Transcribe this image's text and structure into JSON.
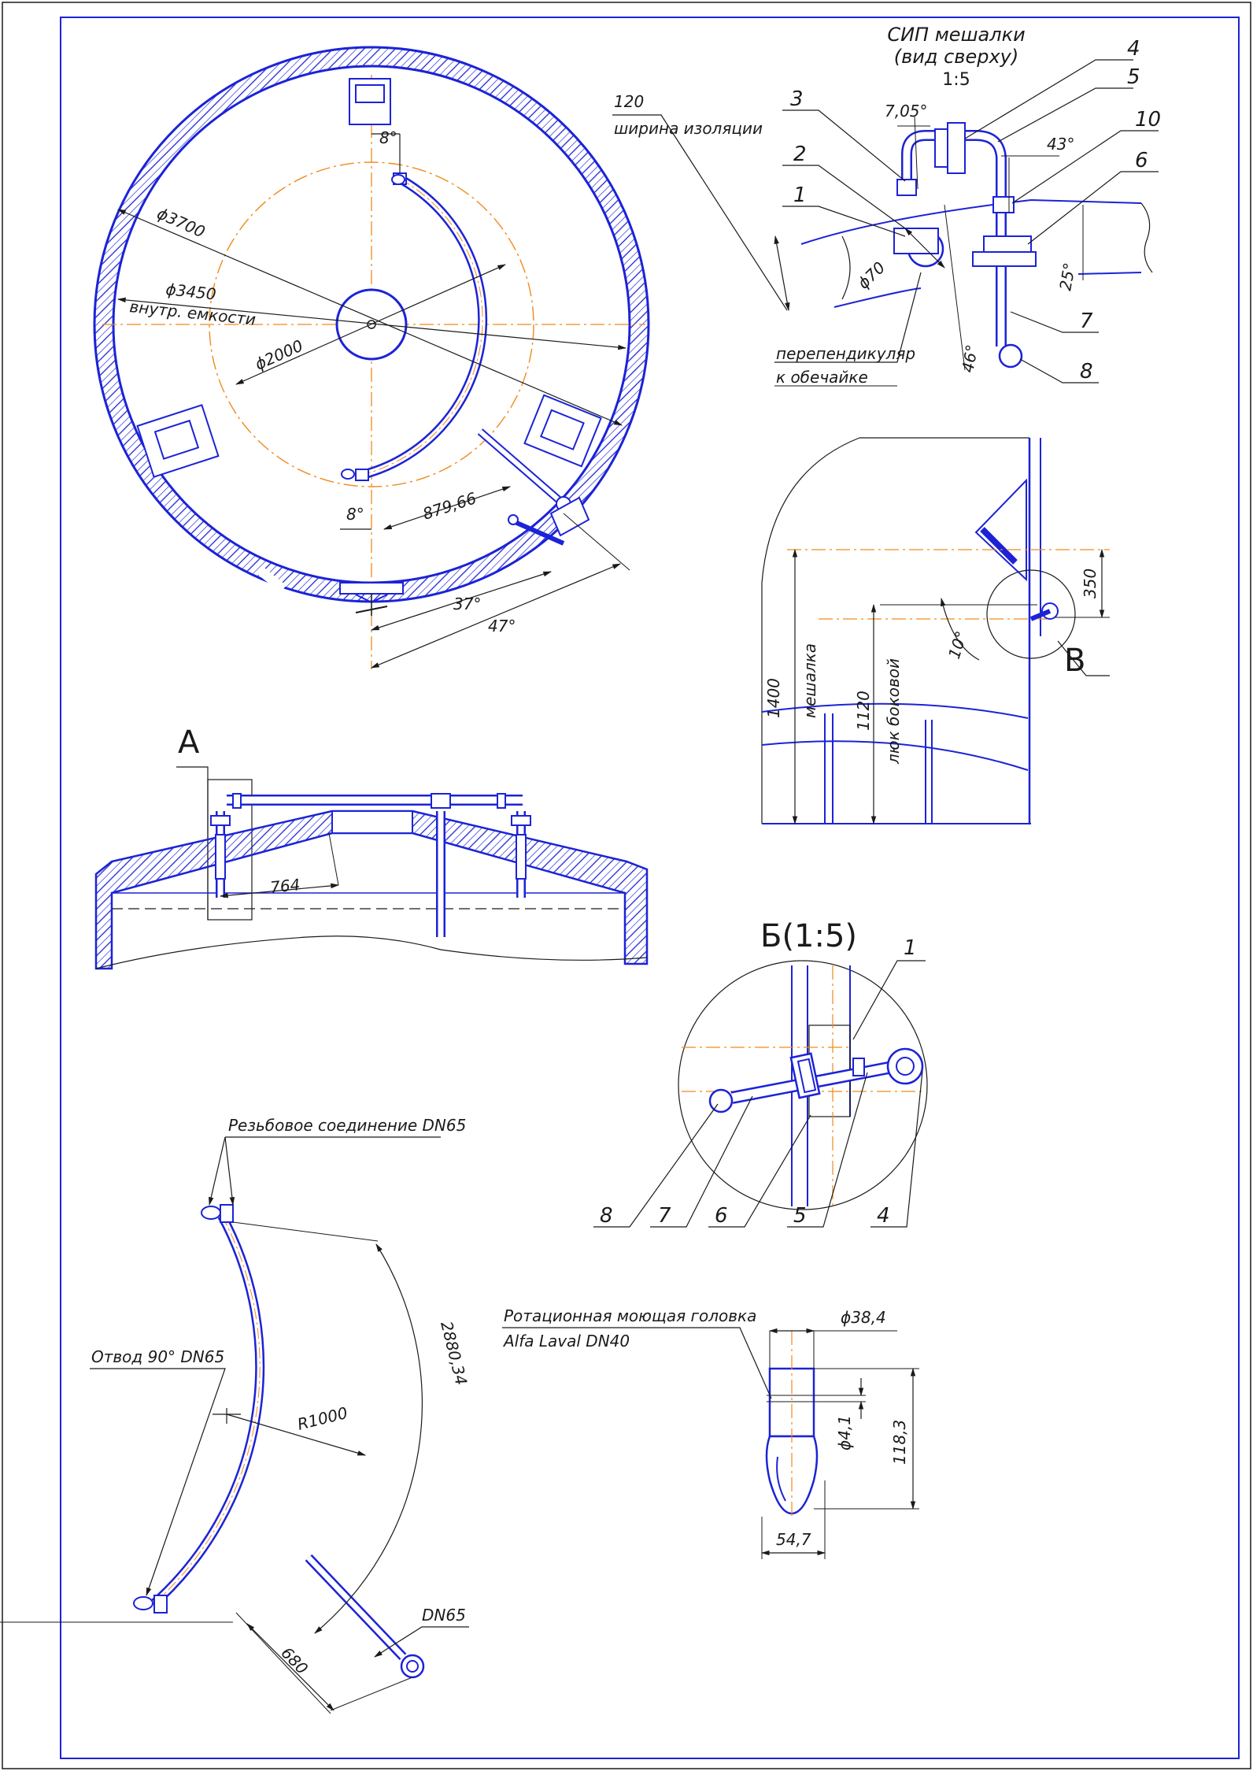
{
  "title": {
    "line1": "СИП мешалки",
    "line2": "(вид сверху)",
    "scale": "1:5"
  },
  "colors": {
    "outline": "#1c23d6",
    "axis": "#f08a1c",
    "text": "#1a1a1a"
  },
  "top_view": {
    "d_outer": "ϕ3700",
    "d_inner": "ϕ3450",
    "inner_note": "внутр. емкости",
    "d_ring": "ϕ2000",
    "angle_top": "8°",
    "angle_bottom": "8°",
    "arc_len": "879,66",
    "angle_37": "37°",
    "angle_47": "47°"
  },
  "detail_top": {
    "ins_width": "120",
    "ins_label": "ширина изоляции",
    "angle_705": "7,05°",
    "angle_43": "43°",
    "angle_25": "25°",
    "angle_46": "46°",
    "d70": "ϕ70",
    "perp_1": "перепендикуляр",
    "perp_2": "к обечайке",
    "callouts": [
      "1",
      "2",
      "3",
      "4",
      "5",
      "10",
      "6",
      "7",
      "8"
    ]
  },
  "section_a": {
    "label": "А",
    "dim_764": "764"
  },
  "side_view": {
    "dim_1400": "1400",
    "label_mixer": "мешалка",
    "dim_1120": "1120",
    "label_hatch": "люк боковой",
    "dim_350": "350",
    "angle_10": "10°",
    "label_b": "В"
  },
  "detail_b": {
    "title": "Б(1:5)",
    "callouts": [
      "1",
      "8",
      "7",
      "6",
      "5",
      "4"
    ]
  },
  "pipe_view": {
    "thread_label": "Резьбовое соединение DN65",
    "elbow_label": "Отвод 90° DN65",
    "radius": "R1000",
    "arc_len": "2880,34",
    "dim_680": "680",
    "dn": "DN65"
  },
  "head": {
    "label_1": "Ротационная моющая головка",
    "label_2": "Alfa Laval DN40",
    "d_top": "ϕ38,4",
    "d_hole": "ϕ4,1",
    "height": "118,3",
    "width": "54,7"
  }
}
